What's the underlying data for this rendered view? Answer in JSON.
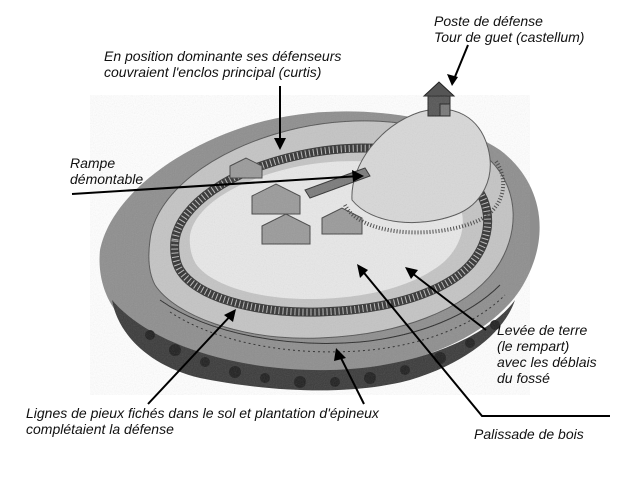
{
  "labels": {
    "tower": [
      "Poste de défense",
      "Tour de guet (castellum)"
    ],
    "dominant": [
      "En position dominante ses défenseurs",
      "couvraient l'enclos principal (curtis)"
    ],
    "ramp": [
      "Rampe",
      "démontable"
    ],
    "earthwork": [
      "Levée de terre",
      "(le rempart)",
      "avec les déblais",
      "du fossé"
    ],
    "stakes": [
      "Lignes de pieux fichés dans le sol et plantation d'épineux",
      "complétaient la défense"
    ],
    "palisade": [
      "Palissade de bois"
    ]
  },
  "colors": {
    "ink": "#111111",
    "ground": "#8a8a8a",
    "bank": "#bdbdbd",
    "inner": "#e6e6e6",
    "palisade": "#3a3a3a",
    "scrub": "#2e2e2e"
  }
}
